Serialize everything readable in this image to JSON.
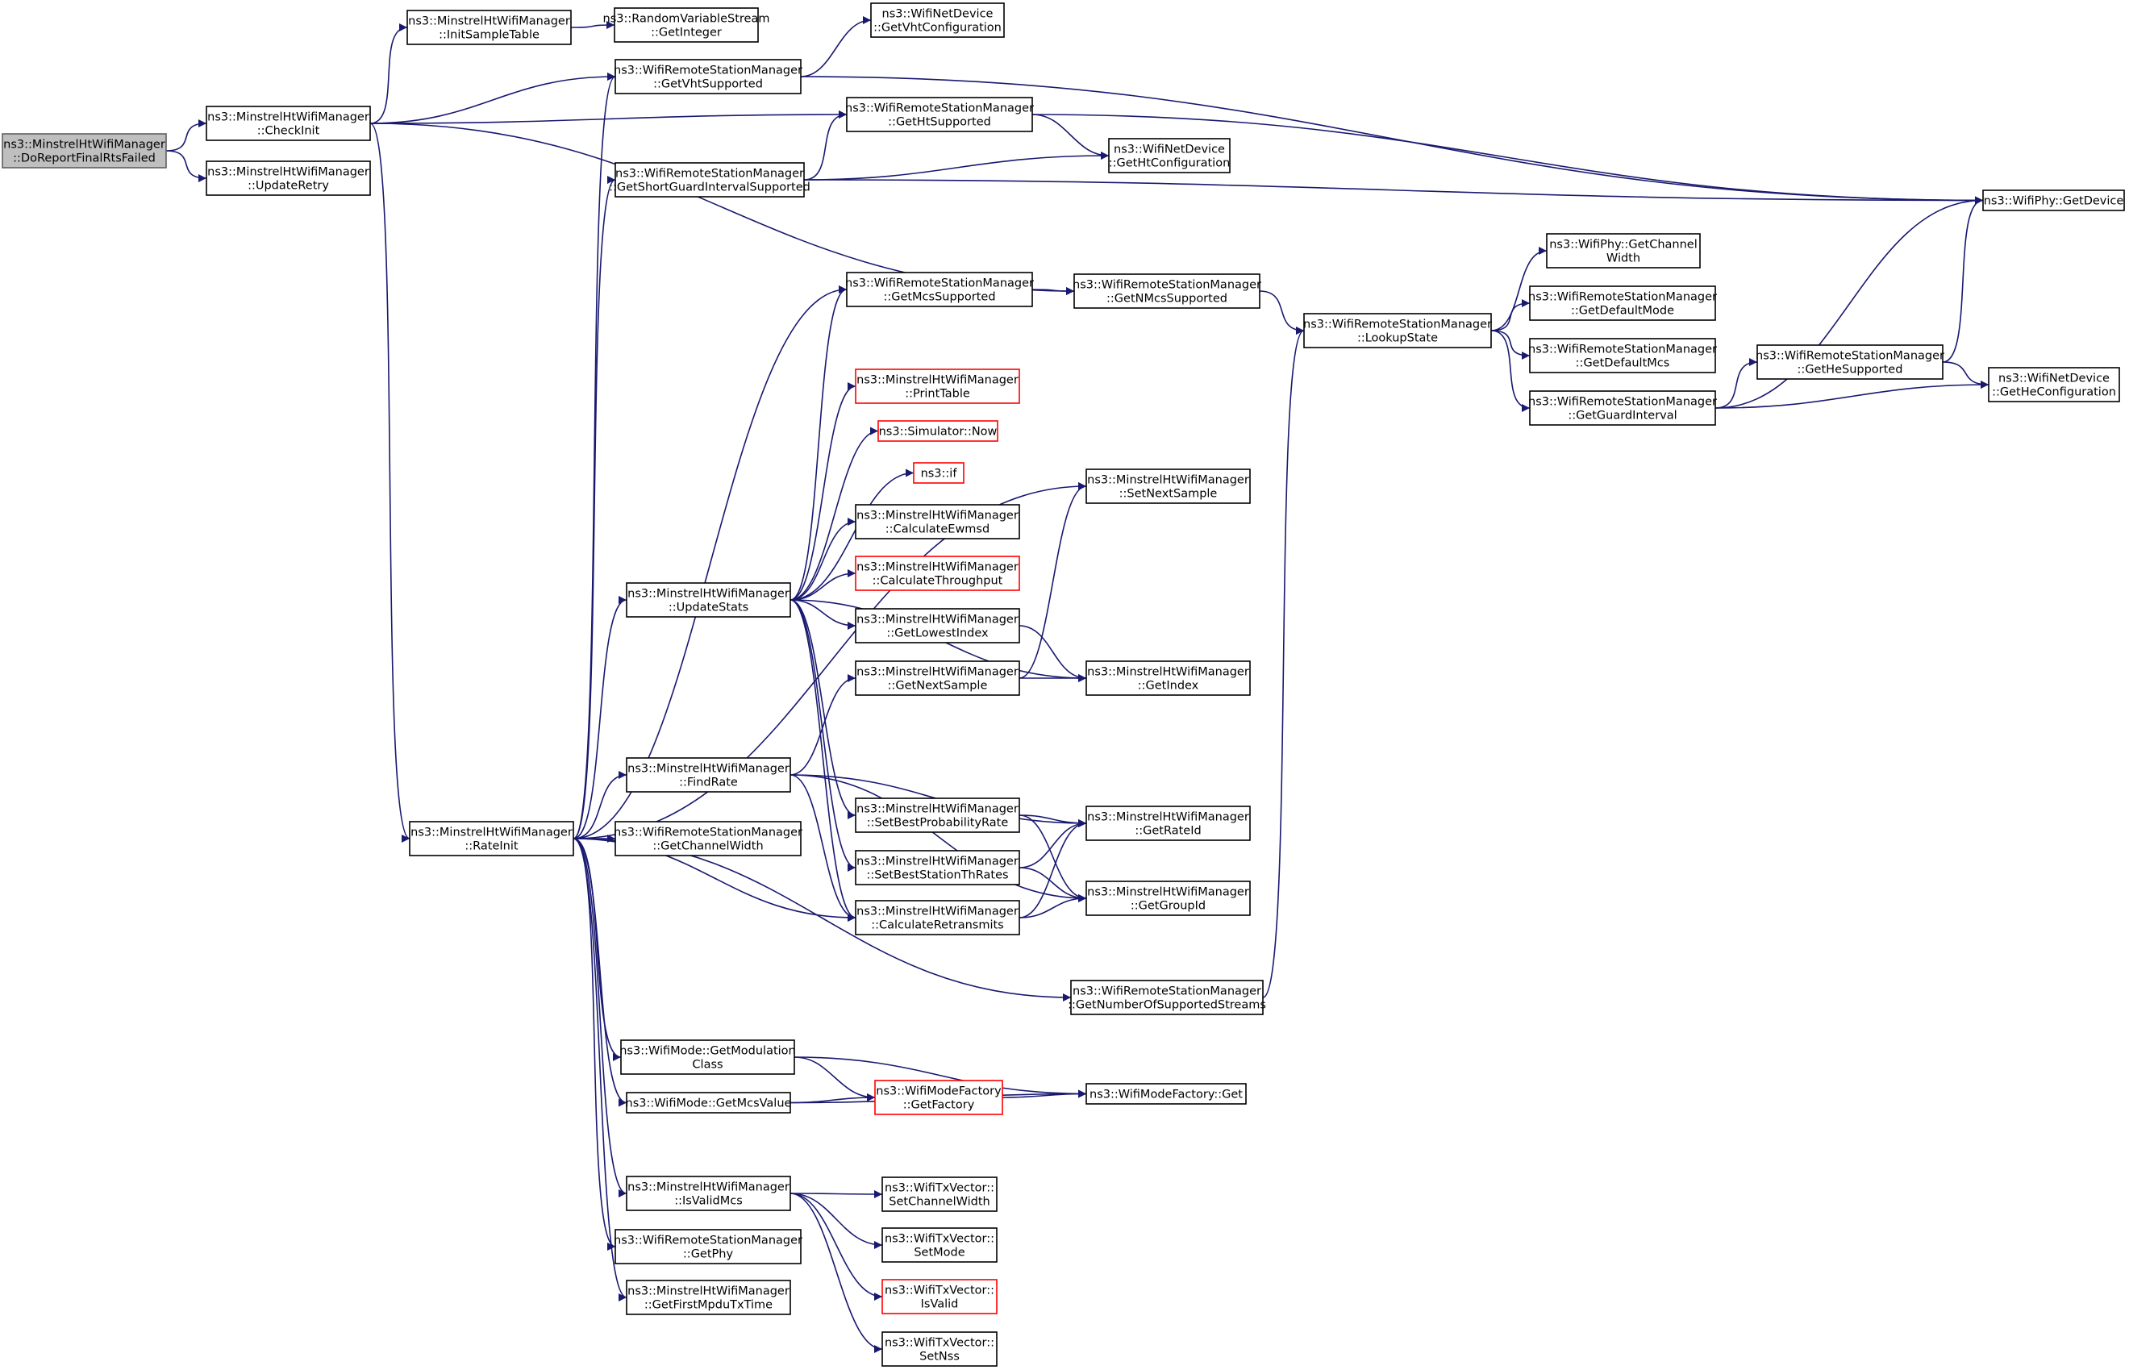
{
  "colors": {
    "edge": "#191970",
    "node_border": "#000000",
    "node_border_red": "#ff0000",
    "root_fill": "#bfbfbf",
    "node_fill": "#ffffff"
  },
  "nodes": [
    {
      "id": "root",
      "lines": [
        "ns3::MinstrelHtWifiManager",
        "::DoReportFinalRtsFailed"
      ],
      "style": "root"
    },
    {
      "id": "checkinit",
      "lines": [
        "ns3::MinstrelHtWifiManager",
        "::CheckInit"
      ]
    },
    {
      "id": "updateretry",
      "lines": [
        "ns3::MinstrelHtWifiManager",
        "::UpdateRetry"
      ]
    },
    {
      "id": "initsample",
      "lines": [
        "ns3::MinstrelHtWifiManager",
        "::InitSampleTable"
      ]
    },
    {
      "id": "getinteger",
      "lines": [
        "ns3::RandomVariableStream",
        "::GetInteger"
      ]
    },
    {
      "id": "getvhtconf",
      "lines": [
        "ns3::WifiNetDevice",
        "::GetVhtConfiguration"
      ]
    },
    {
      "id": "getvhtsup",
      "lines": [
        "ns3::WifiRemoteStationManager",
        "::GetVhtSupported"
      ]
    },
    {
      "id": "gethtsup",
      "lines": [
        "ns3::WifiRemoteStationManager",
        "::GetHtSupported"
      ]
    },
    {
      "id": "gethtconf",
      "lines": [
        "ns3::WifiNetDevice",
        "::GetHtConfiguration"
      ]
    },
    {
      "id": "getsgi",
      "lines": [
        "ns3::WifiRemoteStationManager",
        "::GetShortGuardIntervalSupported"
      ]
    },
    {
      "id": "getdevice",
      "lines": [
        "ns3::WifiPhy::GetDevice"
      ]
    },
    {
      "id": "getmcssup",
      "lines": [
        "ns3::WifiRemoteStationManager",
        "::GetMcsSupported"
      ]
    },
    {
      "id": "getnmcs",
      "lines": [
        "ns3::WifiRemoteStationManager",
        "::GetNMcsSupported"
      ]
    },
    {
      "id": "lookup",
      "lines": [
        "ns3::WifiRemoteStationManager",
        "::LookupState"
      ]
    },
    {
      "id": "getchwidth",
      "lines": [
        "ns3::WifiPhy::GetChannel",
        "Width"
      ]
    },
    {
      "id": "getdefmode",
      "lines": [
        "ns3::WifiRemoteStationManager",
        "::GetDefaultMode"
      ]
    },
    {
      "id": "getdefmcs",
      "lines": [
        "ns3::WifiRemoteStationManager",
        "::GetDefaultMcs"
      ]
    },
    {
      "id": "getgi",
      "lines": [
        "ns3::WifiRemoteStationManager",
        "::GetGuardInterval"
      ]
    },
    {
      "id": "gethesup",
      "lines": [
        "ns3::WifiRemoteStationManager",
        "::GetHeSupported"
      ]
    },
    {
      "id": "getheconf",
      "lines": [
        "ns3::WifiNetDevice",
        "::GetHeConfiguration"
      ]
    },
    {
      "id": "printtable",
      "lines": [
        "ns3::MinstrelHtWifiManager",
        "::PrintTable"
      ],
      "style": "red"
    },
    {
      "id": "simnow",
      "lines": [
        "ns3::Simulator::Now"
      ],
      "style": "red"
    },
    {
      "id": "nsif",
      "lines": [
        "ns3::if"
      ],
      "style": "red"
    },
    {
      "id": "setnextsample",
      "lines": [
        "ns3::MinstrelHtWifiManager",
        "::SetNextSample"
      ]
    },
    {
      "id": "calcewmsd",
      "lines": [
        "ns3::MinstrelHtWifiManager",
        "::CalculateEwmsd"
      ]
    },
    {
      "id": "calcthr",
      "lines": [
        "ns3::MinstrelHtWifiManager",
        "::CalculateThroughput"
      ],
      "style": "red"
    },
    {
      "id": "updatestats",
      "lines": [
        "ns3::MinstrelHtWifiManager",
        "::UpdateStats"
      ]
    },
    {
      "id": "getlowest",
      "lines": [
        "ns3::MinstrelHtWifiManager",
        "::GetLowestIndex"
      ]
    },
    {
      "id": "getnextsample",
      "lines": [
        "ns3::MinstrelHtWifiManager",
        "::GetNextSample"
      ]
    },
    {
      "id": "getindex",
      "lines": [
        "ns3::MinstrelHtWifiManager",
        "::GetIndex"
      ]
    },
    {
      "id": "findrate",
      "lines": [
        "ns3::MinstrelHtWifiManager",
        "::FindRate"
      ]
    },
    {
      "id": "setbestprob",
      "lines": [
        "ns3::MinstrelHtWifiManager",
        "::SetBestProbabilityRate"
      ]
    },
    {
      "id": "getrateid",
      "lines": [
        "ns3::MinstrelHtWifiManager",
        "::GetRateId"
      ]
    },
    {
      "id": "rateinit",
      "lines": [
        "ns3::MinstrelHtWifiManager",
        "::RateInit"
      ]
    },
    {
      "id": "getchannelwidth",
      "lines": [
        "ns3::WifiRemoteStationManager",
        "::GetChannelWidth"
      ]
    },
    {
      "id": "setbeststath",
      "lines": [
        "ns3::MinstrelHtWifiManager",
        "::SetBestStationThRates"
      ]
    },
    {
      "id": "getgroupid",
      "lines": [
        "ns3::MinstrelHtWifiManager",
        "::GetGroupId"
      ]
    },
    {
      "id": "calcretrans",
      "lines": [
        "ns3::MinstrelHtWifiManager",
        "::CalculateRetransmits"
      ]
    },
    {
      "id": "getnumstreams",
      "lines": [
        "ns3::WifiRemoteStationManager",
        "::GetNumberOfSupportedStreams"
      ]
    },
    {
      "id": "getmodclass",
      "lines": [
        "ns3::WifiMode::GetModulation",
        "Class"
      ]
    },
    {
      "id": "getfactory",
      "lines": [
        "ns3::WifiModeFactory",
        "::GetFactory"
      ],
      "style": "red"
    },
    {
      "id": "factoryget",
      "lines": [
        "ns3::WifiModeFactory::Get"
      ]
    },
    {
      "id": "getmcsvalue",
      "lines": [
        "ns3::WifiMode::GetMcsValue"
      ]
    },
    {
      "id": "isvalidmcs",
      "lines": [
        "ns3::MinstrelHtWifiManager",
        "::IsValidMcs"
      ]
    },
    {
      "id": "setchwidth",
      "lines": [
        "ns3::WifiTxVector::",
        "SetChannelWidth"
      ]
    },
    {
      "id": "setmode",
      "lines": [
        "ns3::WifiTxVector::",
        "SetMode"
      ]
    },
    {
      "id": "getphy",
      "lines": [
        "ns3::WifiRemoteStationManager",
        "::GetPhy"
      ]
    },
    {
      "id": "isvalid",
      "lines": [
        "ns3::WifiTxVector::",
        "IsValid"
      ],
      "style": "red"
    },
    {
      "id": "getfirstmpdu",
      "lines": [
        "ns3::MinstrelHtWifiManager",
        "::GetFirstMpduTxTime"
      ]
    },
    {
      "id": "setnss",
      "lines": [
        "ns3::WifiTxVector::",
        "SetNss"
      ]
    }
  ],
  "edges": [
    [
      "root",
      "checkinit"
    ],
    [
      "root",
      "updateretry"
    ],
    [
      "checkinit",
      "initsample"
    ],
    [
      "checkinit",
      "getvhtsup"
    ],
    [
      "checkinit",
      "gethtsup"
    ],
    [
      "checkinit",
      "getnmcs"
    ],
    [
      "checkinit",
      "rateinit"
    ],
    [
      "initsample",
      "getinteger"
    ],
    [
      "getvhtsup",
      "getvhtconf"
    ],
    [
      "getvhtsup",
      "getdevice"
    ],
    [
      "gethtsup",
      "gethtconf"
    ],
    [
      "gethtsup",
      "getdevice"
    ],
    [
      "getsgi",
      "gethtsup"
    ],
    [
      "getsgi",
      "gethtconf"
    ],
    [
      "getsgi",
      "getdevice"
    ],
    [
      "getmcssup",
      "getnmcs"
    ],
    [
      "getnmcs",
      "lookup"
    ],
    [
      "lookup",
      "getchwidth"
    ],
    [
      "lookup",
      "getdefmode"
    ],
    [
      "lookup",
      "getdefmcs"
    ],
    [
      "lookup",
      "getgi"
    ],
    [
      "getgi",
      "getdevice"
    ],
    [
      "getgi",
      "gethesup"
    ],
    [
      "getgi",
      "getheconf"
    ],
    [
      "gethesup",
      "getdevice"
    ],
    [
      "gethesup",
      "getheconf"
    ],
    [
      "rateinit",
      "getvhtsup"
    ],
    [
      "rateinit",
      "getsgi"
    ],
    [
      "rateinit",
      "getmcssup"
    ],
    [
      "rateinit",
      "setnextsample"
    ],
    [
      "rateinit",
      "updatestats"
    ],
    [
      "rateinit",
      "findrate"
    ],
    [
      "rateinit",
      "getchannelwidth"
    ],
    [
      "rateinit",
      "calcretrans"
    ],
    [
      "rateinit",
      "getnumstreams"
    ],
    [
      "rateinit",
      "getmodclass"
    ],
    [
      "rateinit",
      "getmcsvalue"
    ],
    [
      "rateinit",
      "isvalidmcs"
    ],
    [
      "rateinit",
      "getphy"
    ],
    [
      "rateinit",
      "getfirstmpdu"
    ],
    [
      "updatestats",
      "getmcssup"
    ],
    [
      "updatestats",
      "printtable"
    ],
    [
      "updatestats",
      "simnow"
    ],
    [
      "updatestats",
      "nsif"
    ],
    [
      "updatestats",
      "calcewmsd"
    ],
    [
      "updatestats",
      "calcthr"
    ],
    [
      "updatestats",
      "getlowest"
    ],
    [
      "updatestats",
      "getindex"
    ],
    [
      "updatestats",
      "setbestprob"
    ],
    [
      "updatestats",
      "setbeststath"
    ],
    [
      "updatestats",
      "calcretrans"
    ],
    [
      "getlowest",
      "getindex"
    ],
    [
      "getnextsample",
      "setnextsample"
    ],
    [
      "getnextsample",
      "getindex"
    ],
    [
      "findrate",
      "getnextsample"
    ],
    [
      "findrate",
      "getrateid"
    ],
    [
      "findrate",
      "getgroupid"
    ],
    [
      "findrate",
      "calcretrans"
    ],
    [
      "setbestprob",
      "getrateid"
    ],
    [
      "setbestprob",
      "getgroupid"
    ],
    [
      "setbeststath",
      "getrateid"
    ],
    [
      "setbeststath",
      "getgroupid"
    ],
    [
      "calcretrans",
      "getrateid"
    ],
    [
      "calcretrans",
      "getgroupid"
    ],
    [
      "getnumstreams",
      "lookup"
    ],
    [
      "getmodclass",
      "getfactory"
    ],
    [
      "getmodclass",
      "factoryget"
    ],
    [
      "getmcsvalue",
      "getfactory"
    ],
    [
      "getmcsvalue",
      "factoryget"
    ],
    [
      "getfactory",
      "factoryget"
    ],
    [
      "isvalidmcs",
      "setchwidth"
    ],
    [
      "isvalidmcs",
      "setmode"
    ],
    [
      "isvalidmcs",
      "isvalid"
    ],
    [
      "isvalidmcs",
      "setnss"
    ]
  ]
}
